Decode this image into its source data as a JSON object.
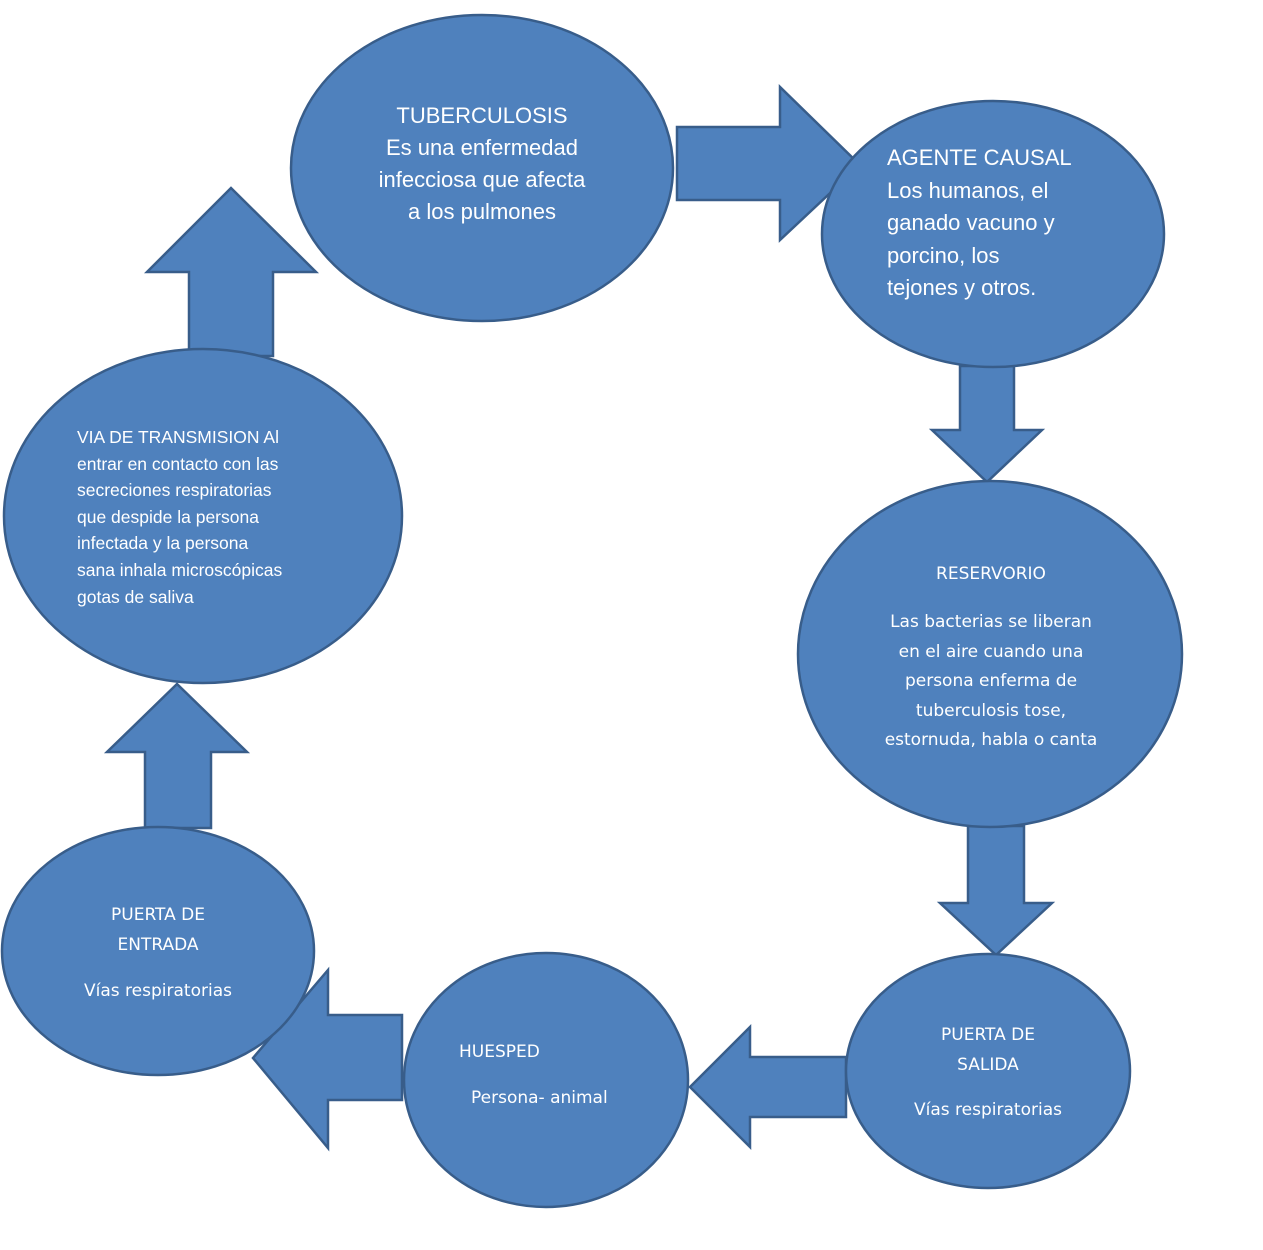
{
  "colors": {
    "fill": "#4f81bd",
    "stroke": "#385d8a",
    "text": "#ffffff"
  },
  "nodes": {
    "tuberculosis": {
      "lines": [
        "TUBERCULOSIS",
        "Es una enfermedad",
        "infecciosa que afecta",
        "a los pulmones"
      ]
    },
    "agente_causal": {
      "lines": [
        "AGENTE CAUSAL",
        "Los humanos, el",
        "ganado vacuno y",
        "porcino, los",
        "tejones y otros."
      ]
    },
    "reservorio": {
      "title": "RESERVORIO",
      "lines": [
        "Las bacterias se liberan",
        "en el aire cuando una",
        "persona enferma de",
        "tuberculosis tose,",
        "estornuda, habla o canta"
      ]
    },
    "puerta_salida": {
      "title_lines": [
        "PUERTA DE",
        "SALIDA"
      ],
      "body": "Vías respiratorias"
    },
    "huesped": {
      "title": "HUESPED",
      "body": "Persona- animal"
    },
    "puerta_entrada": {
      "title_lines": [
        "PUERTA DE",
        "ENTRADA"
      ],
      "body": "Vías respiratorias"
    },
    "via_transmision": {
      "lines": [
        "VIA DE TRANSMISION Al",
        "entrar en contacto con las",
        "secreciones respiratorias",
        "que despide la persona",
        "infectada y la persona",
        "sana inhala microscópicas",
        "gotas de saliva"
      ]
    }
  }
}
